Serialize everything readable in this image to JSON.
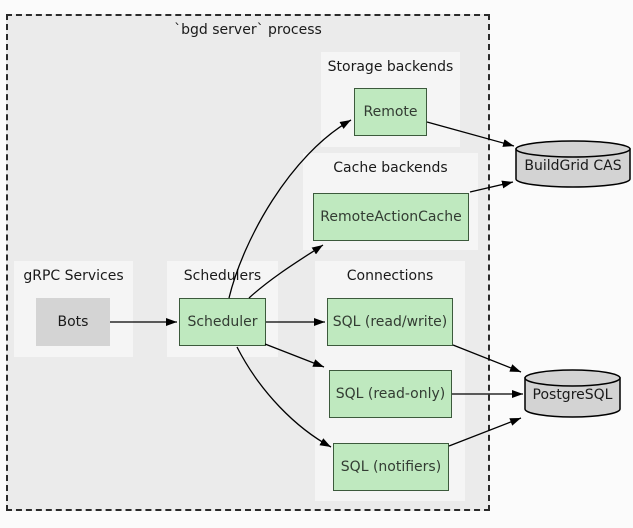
{
  "title": "`bgd server` process",
  "clusters": {
    "storage": {
      "label": "Storage backends"
    },
    "cache": {
      "label": "Cache backends"
    },
    "grpc": {
      "label": "gRPC Services"
    },
    "schedulers": {
      "label": "Schedulers"
    },
    "connections": {
      "label": "Connections"
    }
  },
  "nodes": {
    "remote": {
      "label": "Remote"
    },
    "remote_action_cache": {
      "label": "RemoteActionCache"
    },
    "bots": {
      "label": "Bots"
    },
    "scheduler": {
      "label": "Scheduler"
    },
    "sql_read_write": {
      "label": "SQL (read/write)"
    },
    "sql_read_only": {
      "label": "SQL (read-only)"
    },
    "sql_notifiers": {
      "label": "SQL (notifiers)"
    }
  },
  "databases": {
    "buildgrid_cas": {
      "label": "BuildGrid CAS"
    },
    "postgresql": {
      "label": "PostgreSQL"
    }
  },
  "edges": [
    {
      "from": "Bots",
      "to": "Scheduler"
    },
    {
      "from": "Scheduler",
      "to": "Remote"
    },
    {
      "from": "Scheduler",
      "to": "RemoteActionCache"
    },
    {
      "from": "Scheduler",
      "to": "SQL (read/write)"
    },
    {
      "from": "Scheduler",
      "to": "SQL (read-only)"
    },
    {
      "from": "Scheduler",
      "to": "SQL (notifiers)"
    },
    {
      "from": "Remote",
      "to": "BuildGrid CAS"
    },
    {
      "from": "RemoteActionCache",
      "to": "BuildGrid CAS"
    },
    {
      "from": "SQL (read/write)",
      "to": "PostgreSQL"
    },
    {
      "from": "SQL (read-only)",
      "to": "PostgreSQL"
    },
    {
      "from": "SQL (notifiers)",
      "to": "PostgreSQL"
    }
  ],
  "colors": {
    "page_background": "#fbfbfb",
    "outer_cluster_fill": "#ebebeb",
    "inner_cluster_fill": "#f5f5f5",
    "green_node_fill": "#bfe9bf",
    "green_node_border": "#3c5a3c",
    "gray_node_fill": "#d4d4d4",
    "cylinder_fill": "#d3d3d3",
    "edge_stroke": "#000000"
  }
}
